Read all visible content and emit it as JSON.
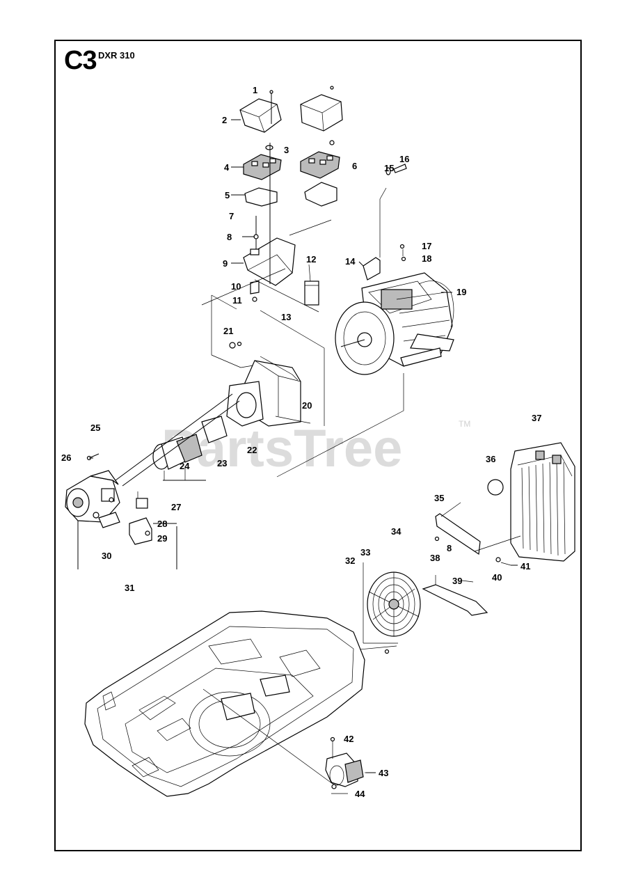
{
  "header": {
    "code": "C3",
    "model": "DXR 310"
  },
  "watermark": {
    "text": "PartsTree",
    "tm": "TM"
  },
  "callouts": [
    "1",
    "2",
    "3",
    "4",
    "5",
    "6",
    "7",
    "8",
    "9",
    "10",
    "11",
    "12",
    "13",
    "14",
    "15",
    "16",
    "17",
    "18",
    "19",
    "20",
    "21",
    "22",
    "23",
    "24",
    "25",
    "26",
    "27",
    "28",
    "29",
    "30",
    "31",
    "32",
    "33",
    "34",
    "35",
    "36",
    "37",
    "38",
    "8",
    "39",
    "40",
    "41",
    "42",
    "43",
    "44"
  ]
}
